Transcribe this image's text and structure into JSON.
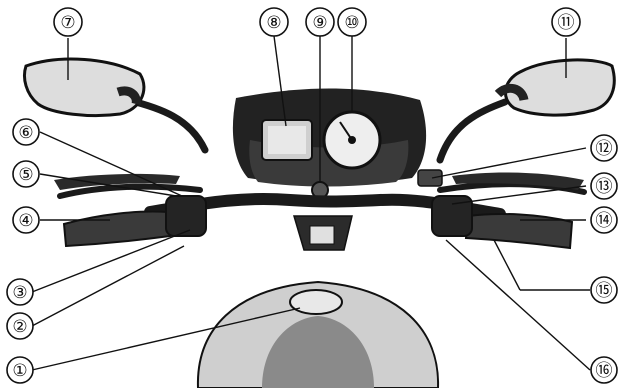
{
  "figure": {
    "subject": "motorcycle-handlebar-and-cockpit",
    "palette": {
      "ink": "#111111",
      "dark_metal": "#1a1a1a",
      "mid_gray": "#6f6f6f",
      "light_gray": "#d9d9d9",
      "background": "#ffffff"
    }
  },
  "callouts": [
    {
      "id": "1",
      "label": "①"
    },
    {
      "id": "2",
      "label": "②"
    },
    {
      "id": "3",
      "label": "③"
    },
    {
      "id": "4",
      "label": "④"
    },
    {
      "id": "5",
      "label": "⑤"
    },
    {
      "id": "6",
      "label": "⑥"
    },
    {
      "id": "7",
      "label": "⑦"
    },
    {
      "id": "8",
      "label": "⑧"
    },
    {
      "id": "9",
      "label": "⑨"
    },
    {
      "id": "10",
      "label": "⑩"
    },
    {
      "id": "11",
      "label": "⑪"
    },
    {
      "id": "12",
      "label": "⑫"
    },
    {
      "id": "13",
      "label": "⑬"
    },
    {
      "id": "14",
      "label": "⑭"
    },
    {
      "id": "15",
      "label": "⑮"
    },
    {
      "id": "16",
      "label": "⑯"
    }
  ]
}
